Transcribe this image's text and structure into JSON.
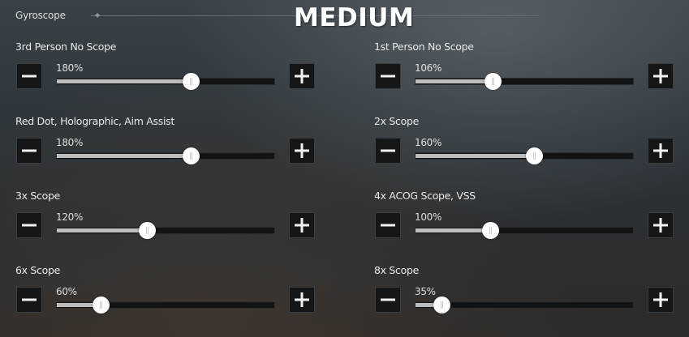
{
  "header": {
    "gyro_label": "Gyroscope",
    "title": "MEDIUM"
  },
  "settings": [
    {
      "label": "3rd Person No Scope",
      "value_text": "180%",
      "level": 0.61
    },
    {
      "label": "1st Person No Scope",
      "value_text": "106%",
      "level": 0.35
    },
    {
      "label": "Red Dot, Holographic, Aim Assist",
      "value_text": "180%",
      "level": 0.61
    },
    {
      "label": "2x Scope",
      "value_text": "160%",
      "level": 0.54
    },
    {
      "label": "3x Scope",
      "value_text": "120%",
      "level": 0.41
    },
    {
      "label": "4x ACOG Scope, VSS",
      "value_text": "100%",
      "level": 0.34
    },
    {
      "label": "6x Scope",
      "value_text": "60%",
      "level": 0.2
    },
    {
      "label": "8x Scope",
      "value_text": "35%",
      "level": 0.12
    }
  ],
  "icons": {
    "decrease": "minus-icon",
    "increase": "plus-icon"
  },
  "colors": {
    "slider_fill": "#bdbdbd",
    "slider_track": "#121314",
    "button_bg": "#151617",
    "thumb": "#ffffff"
  }
}
